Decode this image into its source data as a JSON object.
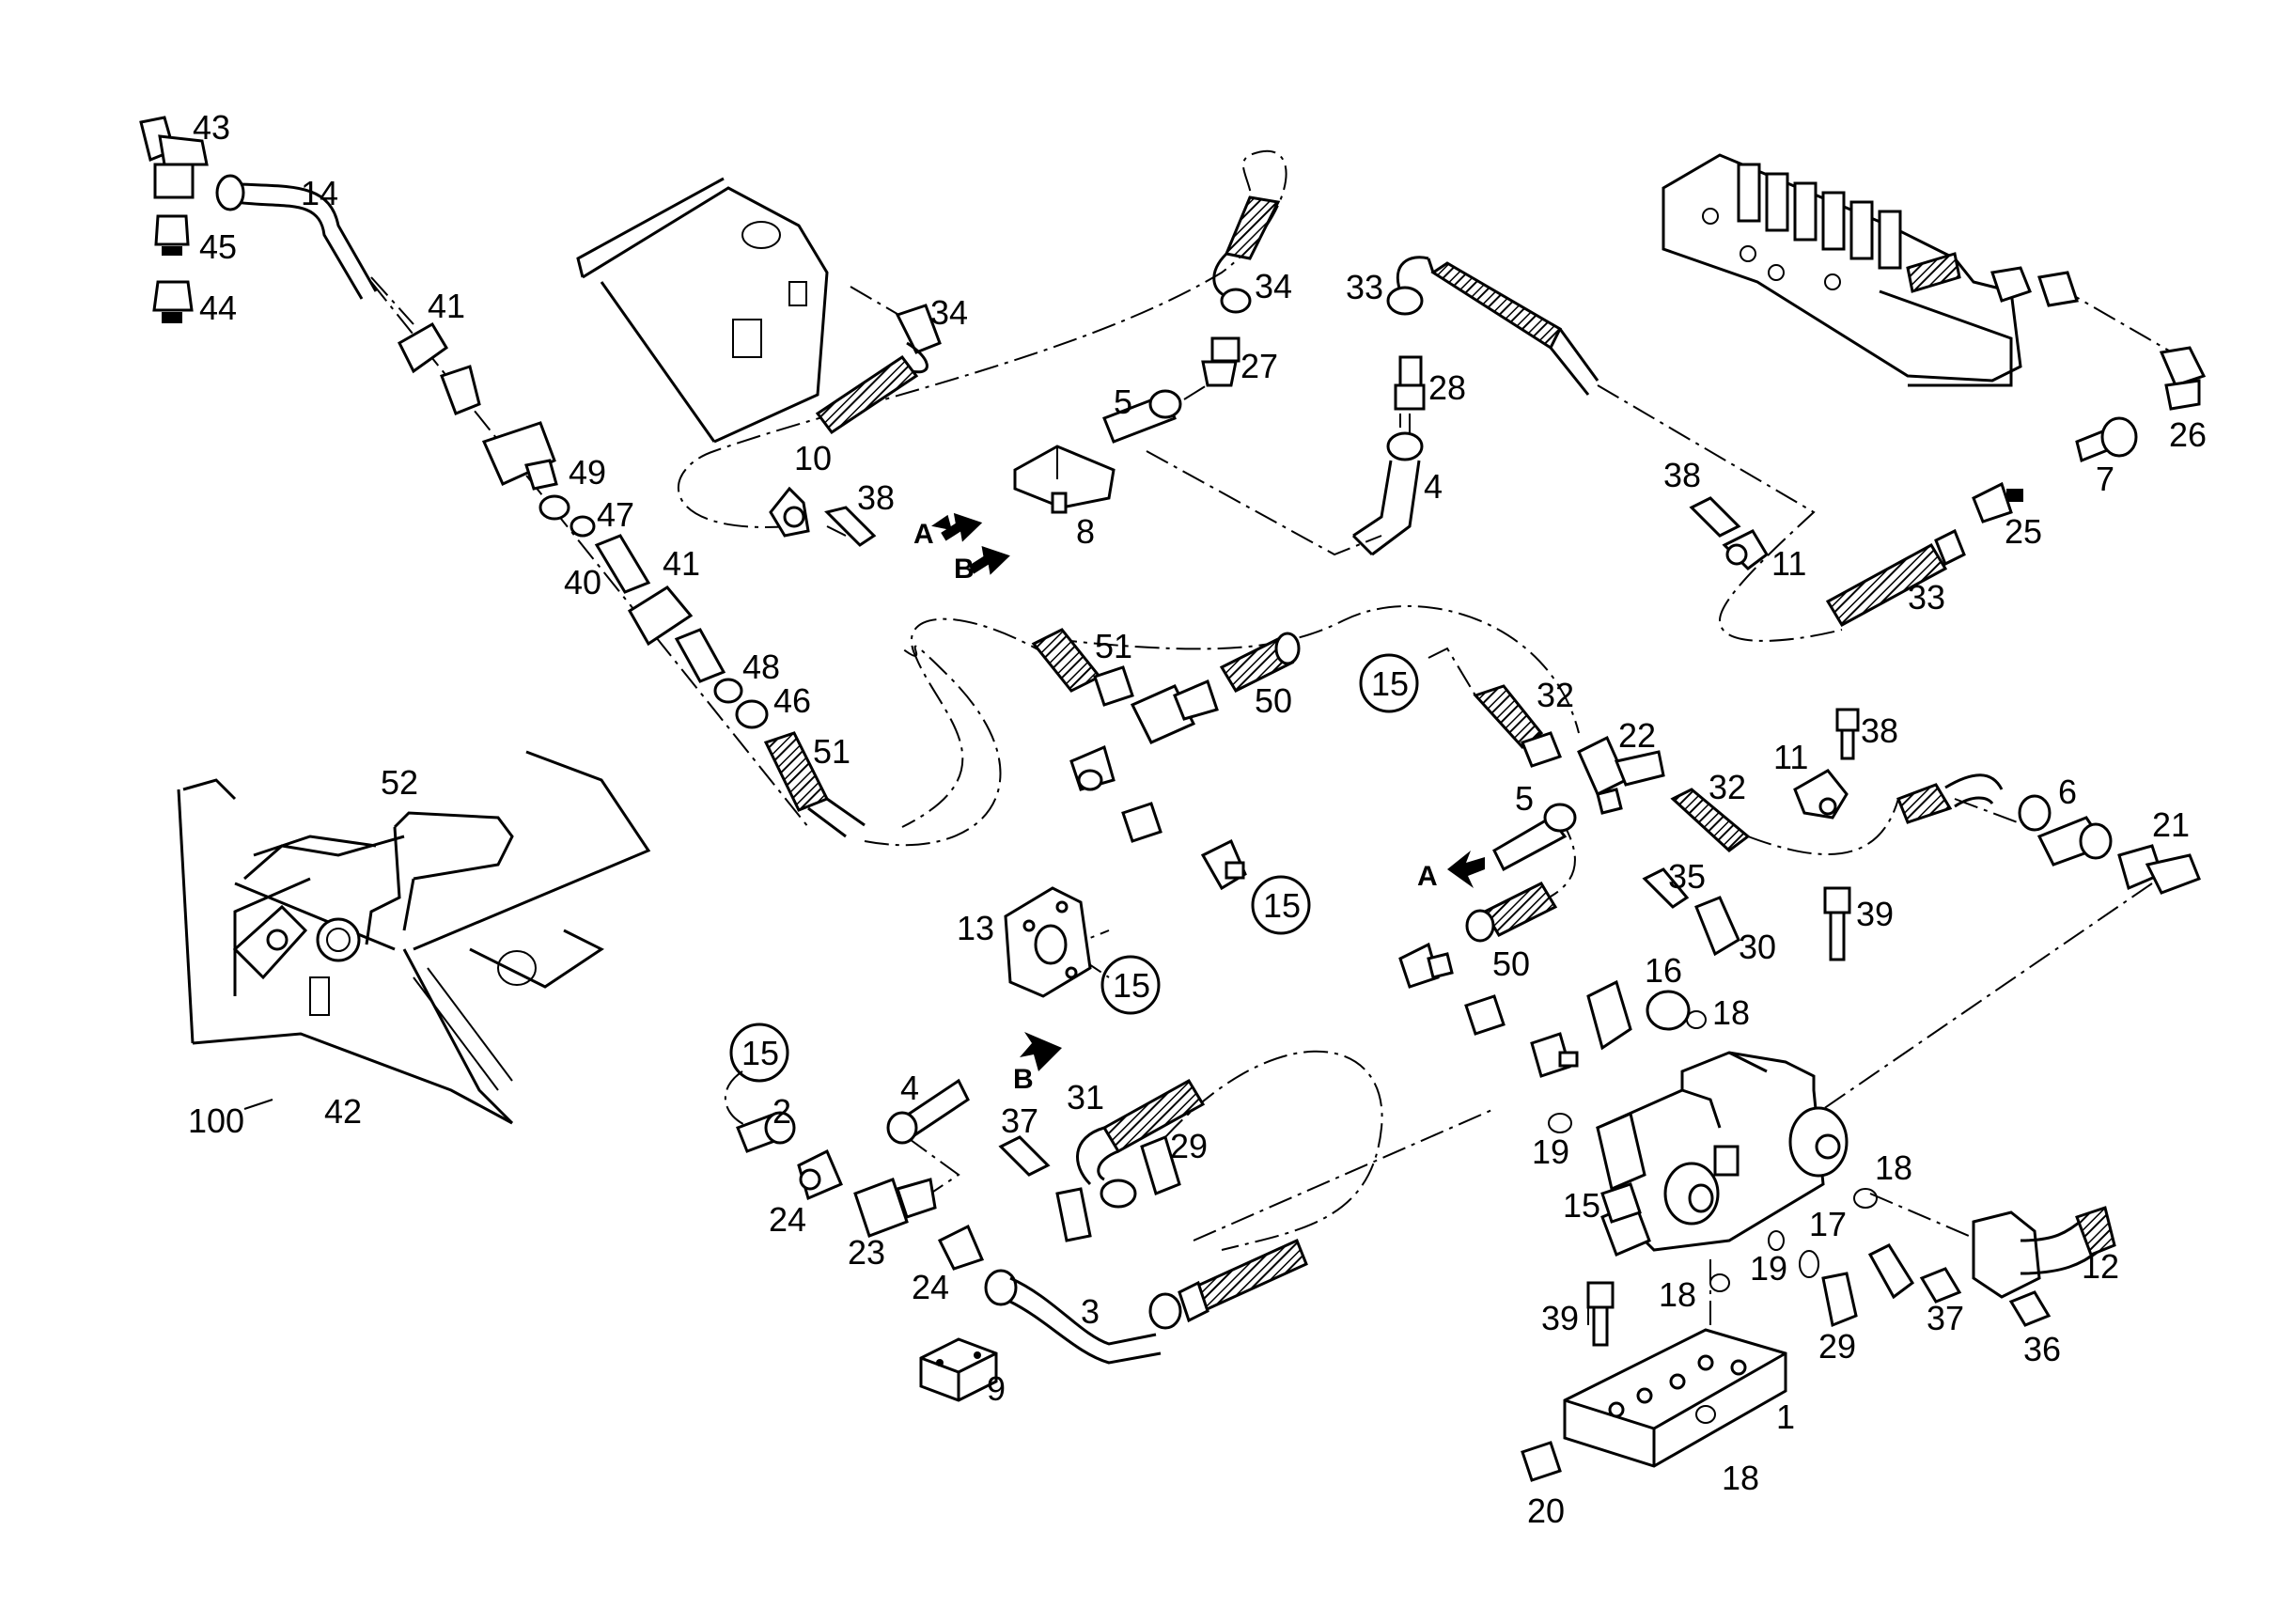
{
  "diagram": {
    "labels": {
      "l43": "43",
      "l14": "14",
      "l45": "45",
      "l44": "44",
      "l41a": "41",
      "l49": "49",
      "l47": "47",
      "l40": "40",
      "l41b": "41",
      "l48": "48",
      "l46": "46",
      "l51a": "51",
      "l52": "52",
      "l100": "100",
      "l42": "42",
      "l34a": "34",
      "l10": "10",
      "l38a": "38",
      "l34b": "34",
      "l27": "27",
      "l5a": "5",
      "l8": "8",
      "l33a": "33",
      "l28": "28",
      "l4a": "4",
      "l26": "26",
      "l7": "7",
      "l25": "25",
      "l33b": "33",
      "l38b": "38",
      "l11a": "11",
      "l51b": "51",
      "l50a": "50",
      "l13": "13",
      "l32a": "32",
      "l22": "22",
      "l32b": "32",
      "l38c": "38",
      "l11b": "11",
      "l6": "6",
      "l21": "21",
      "l5b": "5",
      "l35": "35",
      "l30": "30",
      "l39a": "39",
      "l50b": "50",
      "l16": "16",
      "l18a": "18",
      "l19a": "19",
      "l15a": "15",
      "l18b": "18",
      "l17": "17",
      "l19b": "19",
      "l18c": "18",
      "l12": "12",
      "l29b": "29",
      "l37b": "37",
      "l36": "36",
      "l39b": "39",
      "l1": "1",
      "l18d": "18",
      "l20": "20",
      "l2": "2",
      "l24a": "24",
      "l23": "23",
      "l24b": "24",
      "l4b": "4",
      "l37a": "37",
      "l31": "31",
      "l29a": "29",
      "l3": "3",
      "l9": "9"
    },
    "callouts": {
      "c15a": "15",
      "c15b": "15",
      "c15c": "15",
      "c15d": "15"
    },
    "flow_markers": {
      "a1": "A",
      "b1": "B",
      "a2": "A",
      "b2": "B"
    }
  }
}
